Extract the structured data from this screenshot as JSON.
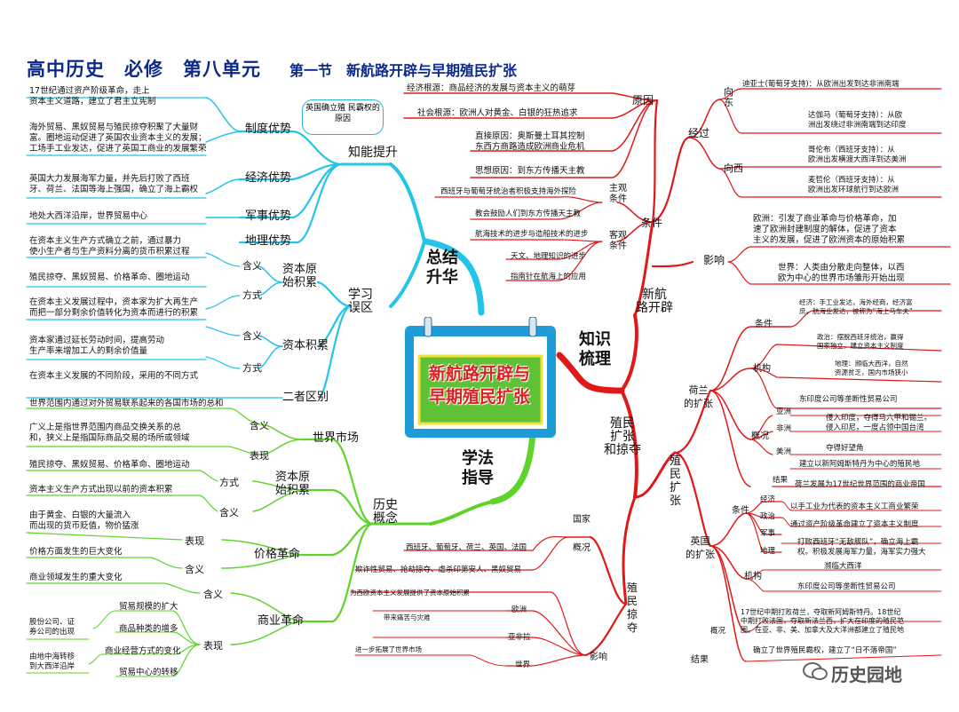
{
  "header": {
    "title": "高中历史　必修　第八单元",
    "section": "第一节　新航路开辟与早期殖民扩张"
  },
  "center": {
    "title": "新航路开辟与\n早期殖民扩张"
  },
  "watermark": {
    "text": "历史园地",
    "icon": "wechat-icon"
  },
  "colors": {
    "cyan": "#22c4e8",
    "red": "#e01818",
    "green": "#5ed42a",
    "title_blue": "#0c2a8a",
    "calendar_blue": "#1f9cd8",
    "calendar_green": "#5fc236"
  },
  "main": {
    "zongjie": "总结\n升华",
    "zhishi": "知识\n梳理",
    "xuefa": "学法\n指导",
    "zhineng": "知能提升",
    "xuexi": "学习\n误区",
    "lishi": "历史\n概念"
  },
  "callout": "英国确立殖\n民霸权的原因",
  "zhineng": {
    "t_zhidu": "17世纪通过资产阶级革命，走上\n资本主义道路，建立了君主立宪制",
    "l_zhidu": "制度优势",
    "t_jingji": "海外贸易、黑奴贸易与殖民掠夺积聚了大量财\n富。圈地运动促进了英国农业资本主义的发展；\n工场手工业发达，促进了英国工商业的发展繁荣",
    "l_jingji": "经济优势",
    "t_junshi": "英国大力发展海军力量，并先后打败了西班\n牙、荷兰、法国等海上强国，确立了海上霸权",
    "l_junshi": "军事优势",
    "t_dili": "地处大西洋沿岸，世界贸易中心",
    "l_dili": "地理优势"
  },
  "wuqu": {
    "t_a1": "在资本主义生产方式确立之前，通过暴力\n使小生产者与生产资料分离的货币积累过程",
    "l_hanyi1": "含义",
    "l_ziben_yuanshi": "资本原\n始积累",
    "t_a2": "殖民掠夺、黑奴贸易、价格革命、圈地运动",
    "l_fangshi1": "方式",
    "t_b1": "在资本主义发展过程中，资本家为扩大再生产\n而把一部分剩余价值转化为资本而进行的积累",
    "l_hanyi2": "含义",
    "l_ziben_jilei": "资本积累",
    "t_b2": "资本家通过延长劳动时间，提高劳动\n生产率来增加工人的剩余价值量",
    "l_fangshi2": "方式",
    "t_c": "在资本主义发展的不同阶段，采用的不同方式",
    "l_erzhe": "二者区别"
  },
  "gainian": {
    "t_sc1": "世界范围内通过对外贸易联系起来的各国市场的总和",
    "l_hanyi": "含义",
    "l_shichang": "世界市场",
    "t_sc2": "广义上是指世界范围内商品交换关系的总\n和，狭义上是指国际商品交易的场所或领域",
    "l_biaoxian": "表现",
    "t_ys1": "殖民掠夺、黑奴贸易、价格革命、圈地运动",
    "l_fangshi": "方式",
    "l_yuanshi": "资本原\n始积累",
    "t_ys2": "资本主义生产方式出现以前的资本积累",
    "l_hanyi_b": "含义",
    "t_jg1": "由于黄金、白银的大量流入\n而出现的货币贬值，物价猛涨",
    "l_biaoxian2": "表现",
    "l_jiage": "价格革命",
    "t_jg2": "价格方面发生的巨大变化",
    "l_hanyi_c": "含义",
    "t_sy1": "商业领域发生的重大变化",
    "l_hanyi_d": "含义",
    "l_shangye": "商业革命",
    "l_biaoxian3": "表现",
    "t_sy_a": "股份公司、证\n券公司的出现",
    "t_sy_b": "由地中海转移\n到大西洋沿岸",
    "t_sy_c": "贸易规模的扩大",
    "t_sy_d": "商品种类的增多",
    "t_sy_e": "商业经营方式的变化",
    "t_sy_f": "贸易中心的转移"
  },
  "hanghai": {
    "label": "新航\n路开辟",
    "l_yuanyin": "原因",
    "r1": "经济根源：商品经济的发展与资本主义的萌芽",
    "r2": "社会根源：欧洲人对黄金、白银的狂热追求",
    "r3": "直接原因：奥斯曼土耳其控制\n东西方商路造成欧洲商业危机",
    "r4": "思想原因：到东方传播天主教",
    "l_tiaojian": "条件",
    "l_zhuguan": "主观\n条件",
    "c1": "西班牙与葡萄牙统治者积极支持海外探险",
    "c2": "教会鼓励人们到东方传播天主教",
    "l_keguan": "客观\n条件",
    "c3": "航海技术的进步与造船技术的进步",
    "c4": "天文、地理知识的进步",
    "c5": "指南针在航海上的应用",
    "l_jingguo": "经过",
    "l_xiangdong": "向\n东",
    "e1": "迪亚士(葡萄牙支持)：从欧洲出发到达非洲南端",
    "e2": "达伽马（葡萄牙支持）：从欧\n洲出发绕过非洲南端到达印度",
    "l_xiangxi": "向西",
    "w1": "哥伦布（西班牙支持）：从\n欧洲出发横渡大西洋到达美洲",
    "w2": "麦哲伦（西班牙支持）：从\n欧洲出发环球航行到达欧洲",
    "l_yingxiang": "影响",
    "i1": "欧洲：引发了商业革命与价格革命，加\n速了欧洲封建制度的解体，促进了资本\n主义的发展，促进了欧洲资本的原始积累",
    "i2": "世界：人类由分散走向整体，以西\n欧为中心的世界市场雏形开始出现"
  },
  "kuozhang": {
    "label": "殖民\n扩张\n和掠夺",
    "l_zhimin": "殖\n民\n扩\n张",
    "l_helan": "荷兰\n的扩张",
    "l_tiaojian": "条件",
    "h1": "经济：手工业发达，海外经商，经济富\n庶。航海业发达，被称为“海上马车夫”",
    "l_jigou": "机构",
    "h2": "政治：摆脱西班牙统治，赢得\n国家独立，建立资本主义制度",
    "h3": "地理：濒临大西洋，自然\n资源贫乏，国内市场狭小",
    "h4": "东印度公司等垄断性贸易公司",
    "l_gaikuang": "概况",
    "l_yazhou": "亚洲",
    "l_feizhou": "非洲",
    "h5": "侵入印度，夺得马六甲和锡兰。\n侵入印尼，一度占领中国台湾",
    "h6": "夺得好望角",
    "l_meizhou": "美洲",
    "h7": "建立以新阿姆斯特丹为中心的殖民地",
    "l_jieguo": "结果",
    "h8": "荷兰发展为17世纪世界范围的商业帝国",
    "l_yingguo": "英国\n的扩张",
    "l_tiaojian2": "条件",
    "l_jingji": "经济",
    "g1": "以手工业为代表的资本主义工商业繁荣",
    "l_zhengzhi": "政治",
    "g2": "通过资产阶级革命建立了资本主义制度",
    "l_junshi": "军事",
    "l_dili": "地理",
    "g3": "打败西班牙“无敌舰队”，确立海上霸\n权。积极发展海军力量，海军实力强大",
    "g4": "濒临大西洋",
    "l_jigou2": "机构",
    "g5": "东印度公司等垄断性贸易公司",
    "l_gaikuang2": "概况",
    "g6": "17世纪中期打败荷兰，夺取新阿姆斯特丹。18世纪\n中期打败法国，夺取新法兰西，扩大在印度的殖民范\n围。在亚、非、美、加拿大及大洋洲都建立了殖民地",
    "l_jieguo2": "结果",
    "g7": "确立了世界殖民霸权，建立了“日不落帝国”"
  },
  "luduo": {
    "label": "殖\n民\n掠\n夺",
    "l_gaikuang": "概况",
    "l_guojia": "国家",
    "p1": "西班牙、葡萄牙、荷兰、英国、法国",
    "p2": "欺诈性贸易、抢劫掠夺、虐杀印第安人、黑奴贸易",
    "l_yingxiang": "影响",
    "p3": "为西欧资本主义发展提供了资本原始积累",
    "l_ouzhou": "欧洲",
    "p4": "带来痛苦与灾难",
    "l_yafeila": "亚非拉",
    "l_shijie": "世界",
    "p5": "进一步拓展了世界市场"
  }
}
